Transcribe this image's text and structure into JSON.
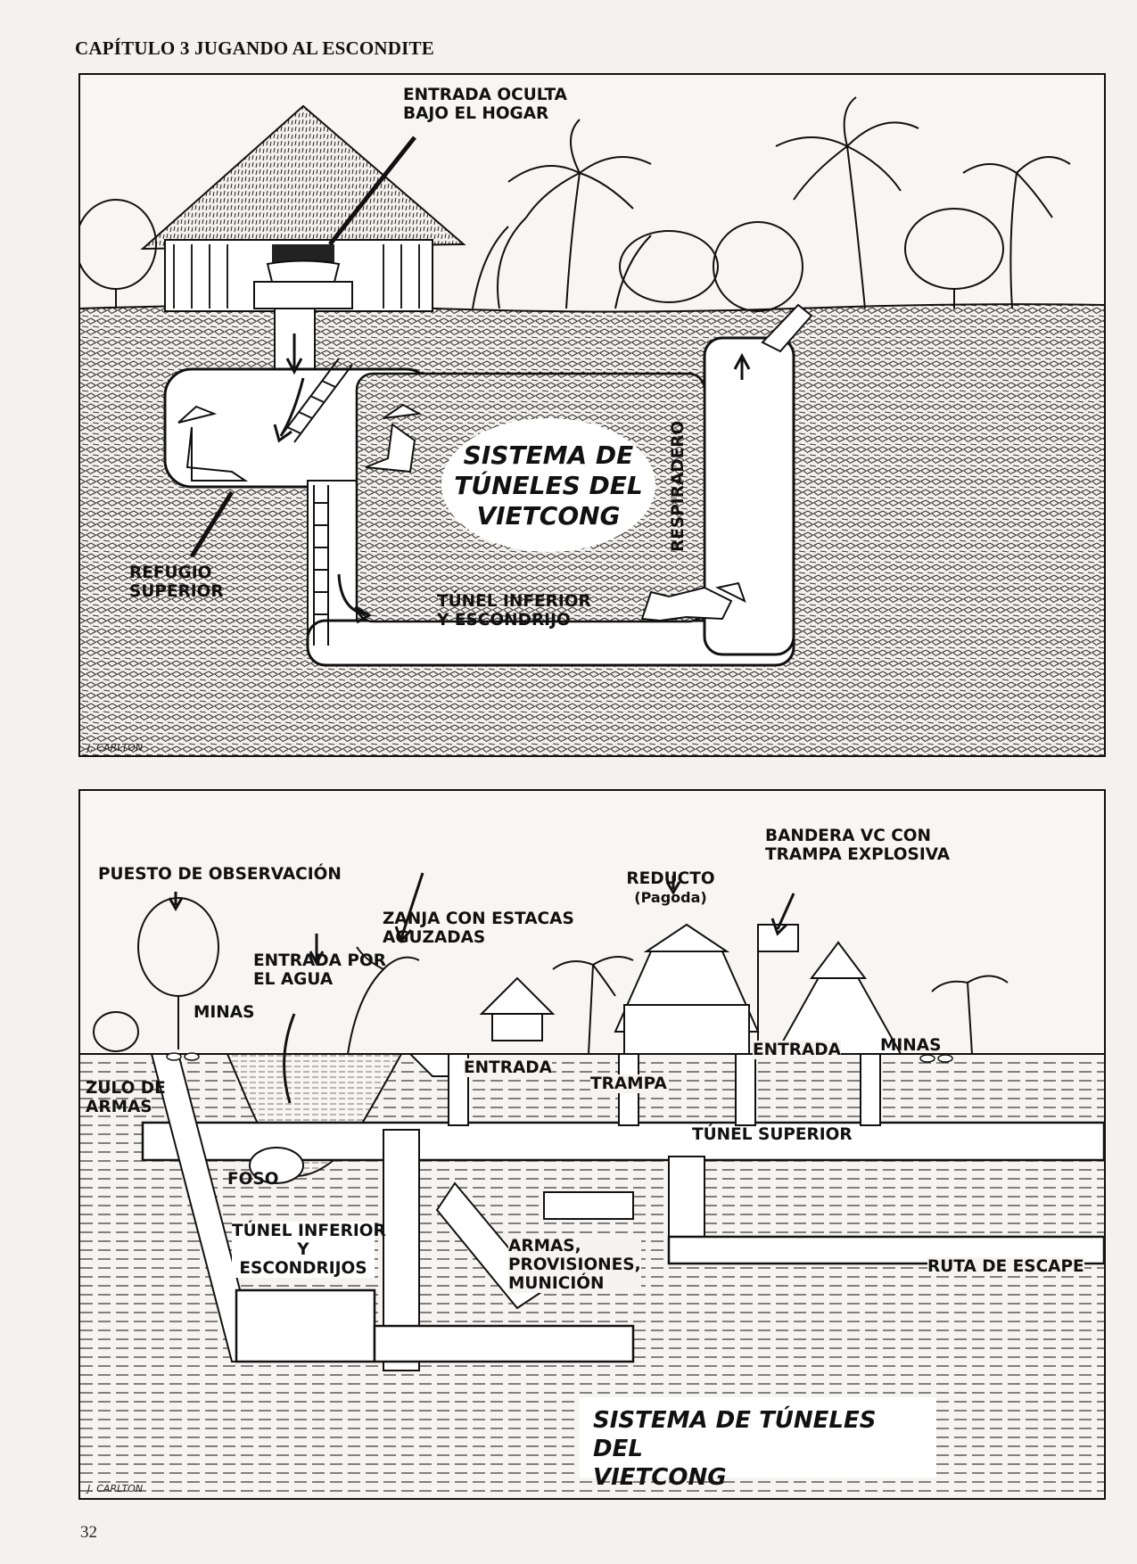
{
  "header": {
    "chapter_title": "CAPÍTULO 3 JUGANDO AL ESCONDITE"
  },
  "top_illustration": {
    "title_lines": [
      "SISTEMA DE",
      "TÚNELES DEL",
      "VIETCONG"
    ],
    "labels": {
      "hidden_entrance": [
        "ENTRADA OCULTA",
        "BAJO EL HOGAR"
      ],
      "upper_refuge": [
        "REFUGIO",
        "SUPERIOR"
      ],
      "lower_tunnel": [
        "TÚNEL INFERIOR",
        "Y ESCONDRIJO"
      ],
      "air_vent": "RESPIRADERO"
    },
    "signature": "J. CARLTON"
  },
  "bottom_illustration": {
    "title_lines": [
      "SISTEMA DE TÚNELES DEL",
      "VIETCONG"
    ],
    "labels": {
      "observation_post": "PUESTO DE OBSERVACIÓN",
      "mines_left": "MINAS",
      "water_entrance": [
        "ENTRADA POR",
        "EL AGUA"
      ],
      "stake_ditch": [
        "ZANJA CON ESTACAS",
        "AGUZADAS"
      ],
      "redoubt": [
        "REDUCTO",
        "(Pagoda)"
      ],
      "vc_flag": [
        "BANDERA VC CON",
        "TRAMPA EXPLOSIVA"
      ],
      "weapons_cache": [
        "ZULO DE",
        "ARMAS"
      ],
      "entrance_1": "ENTRADA",
      "trap": "TRAMPA",
      "entrance_2": "ENTRADA",
      "mines_right": "MINAS",
      "pit": "FOSO",
      "upper_tunnel": "TÚNEL SUPERIOR",
      "lower_tunnel": [
        "TÚNEL INFERIOR",
        "Y",
        "ESCONDRIJOS"
      ],
      "supplies": [
        "ARMAS,",
        "PROVISIONES,",
        "MUNICIÓN"
      ],
      "escape_route": "RUTA DE ESCAPE"
    },
    "signature": "J. CARLTON"
  },
  "footer": {
    "page_number": "32"
  }
}
